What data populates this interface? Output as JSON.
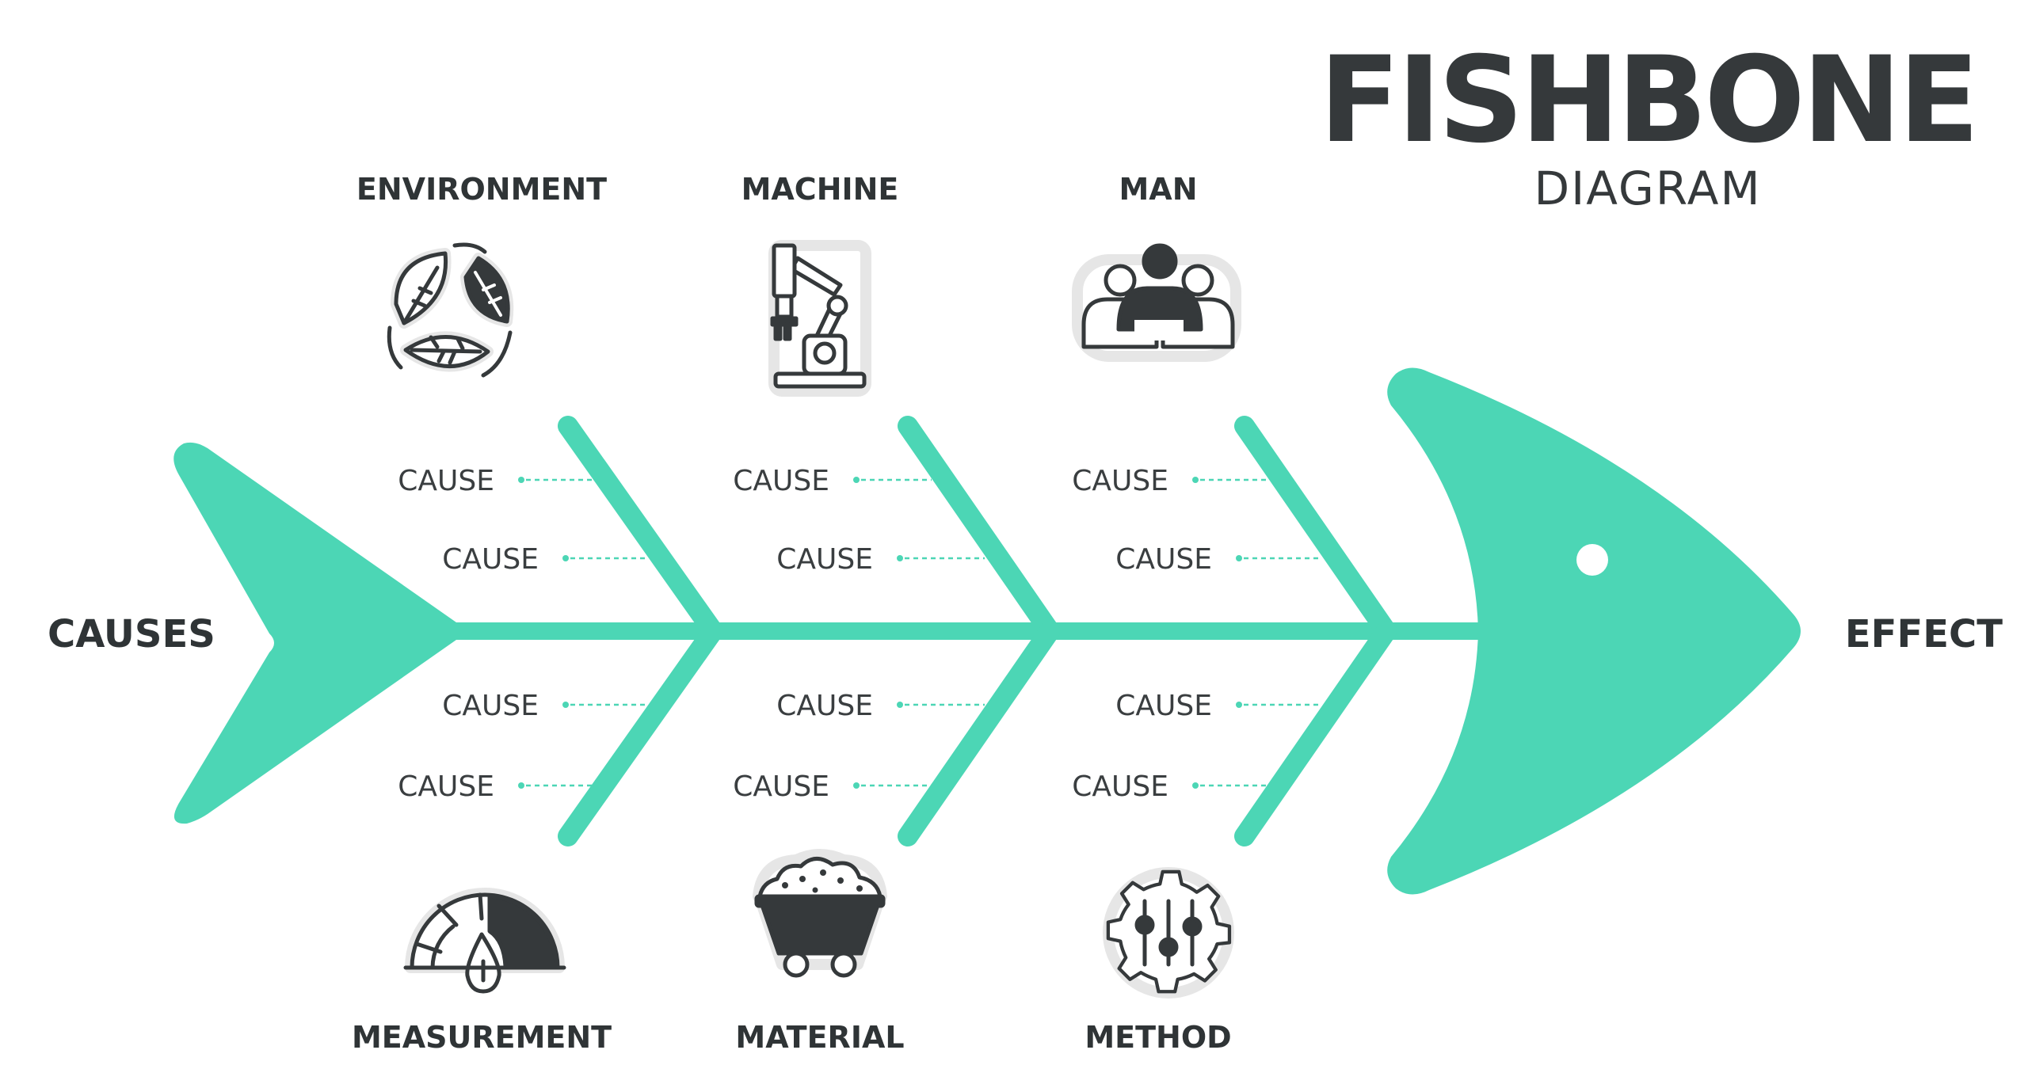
{
  "title": {
    "main": "FISHBONE",
    "sub": "DIAGRAM"
  },
  "labels": {
    "causes": "CAUSES",
    "effect": "EFFECT"
  },
  "colors": {
    "accent": "#4cd6b5",
    "text": "#35393b",
    "background": "#ffffff"
  },
  "categories": {
    "top": [
      {
        "name": "ENVIRONMENT",
        "icon": "leaves-recycle-icon",
        "causes": [
          "CAUSE",
          "CAUSE"
        ]
      },
      {
        "name": "MACHINE",
        "icon": "robotic-arm-icon",
        "causes": [
          "CAUSE",
          "CAUSE"
        ]
      },
      {
        "name": "MAN",
        "icon": "people-group-icon",
        "causes": [
          "CAUSE",
          "CAUSE"
        ]
      }
    ],
    "bottom": [
      {
        "name": "MEASUREMENT",
        "icon": "gauge-meter-icon",
        "causes": [
          "CAUSE",
          "CAUSE"
        ]
      },
      {
        "name": "MATERIAL",
        "icon": "mine-cart-icon",
        "causes": [
          "CAUSE",
          "CAUSE"
        ]
      },
      {
        "name": "METHOD",
        "icon": "gear-sliders-icon",
        "causes": [
          "CAUSE",
          "CAUSE"
        ]
      }
    ]
  }
}
